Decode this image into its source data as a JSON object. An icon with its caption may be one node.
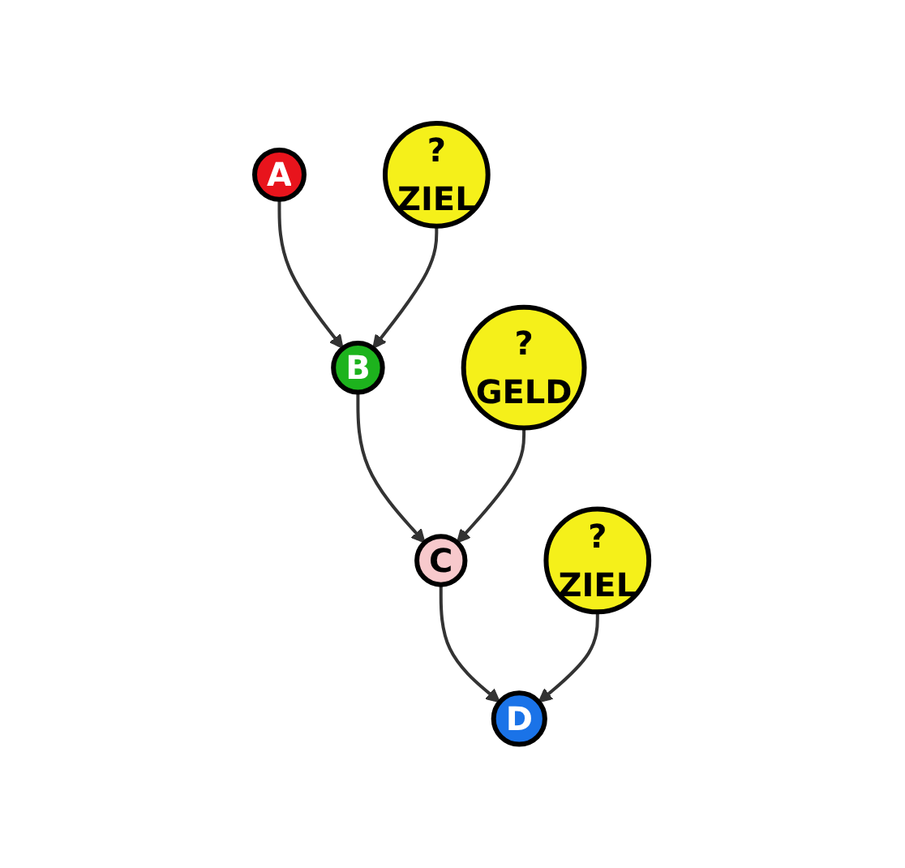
{
  "diagram": {
    "nodes": [
      {
        "text": [
          "A"
        ]
      },
      {
        "text": [
          "B"
        ]
      },
      {
        "text": [
          "C"
        ]
      },
      {
        "text": [
          "D"
        ]
      },
      {
        "text": [
          "?",
          "ZIEL"
        ]
      },
      {
        "text": [
          "?",
          "GELD"
        ]
      },
      {
        "text": [
          "?",
          "ZIEL"
        ]
      }
    ],
    "edges": [
      {
        "from": 0,
        "to": 1,
        "arrow": "to"
      },
      {
        "from": 1,
        "to": 2,
        "arrow": "to"
      },
      {
        "from": 2,
        "to": 3,
        "arrow": "to"
      },
      {
        "from": 4,
        "to": 1,
        "arrow": "to"
      },
      {
        "from": 5,
        "to": 2,
        "arrow": "to"
      },
      {
        "from": 6,
        "to": 3,
        "arrow": "to"
      }
    ]
  }
}
